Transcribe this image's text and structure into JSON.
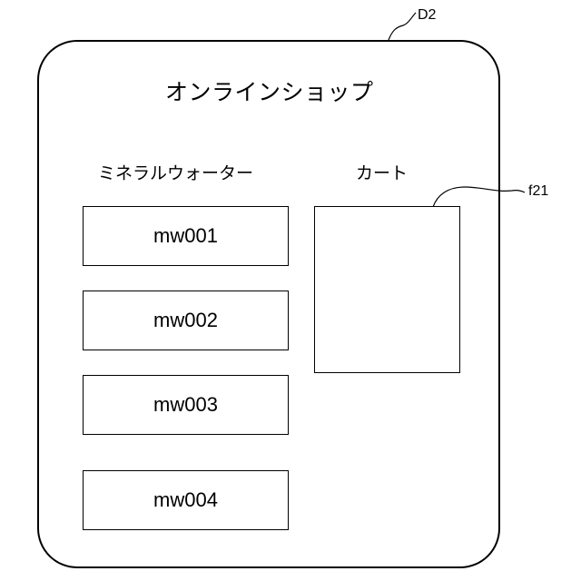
{
  "screen": {
    "reference_label": "D2",
    "title": "オンラインショップ"
  },
  "products": {
    "heading": "ミネラルウォーター",
    "items": [
      {
        "id": "mw001"
      },
      {
        "id": "mw002"
      },
      {
        "id": "mw003"
      },
      {
        "id": "mw004"
      }
    ]
  },
  "cart": {
    "heading": "カート",
    "reference_label": "f21"
  }
}
